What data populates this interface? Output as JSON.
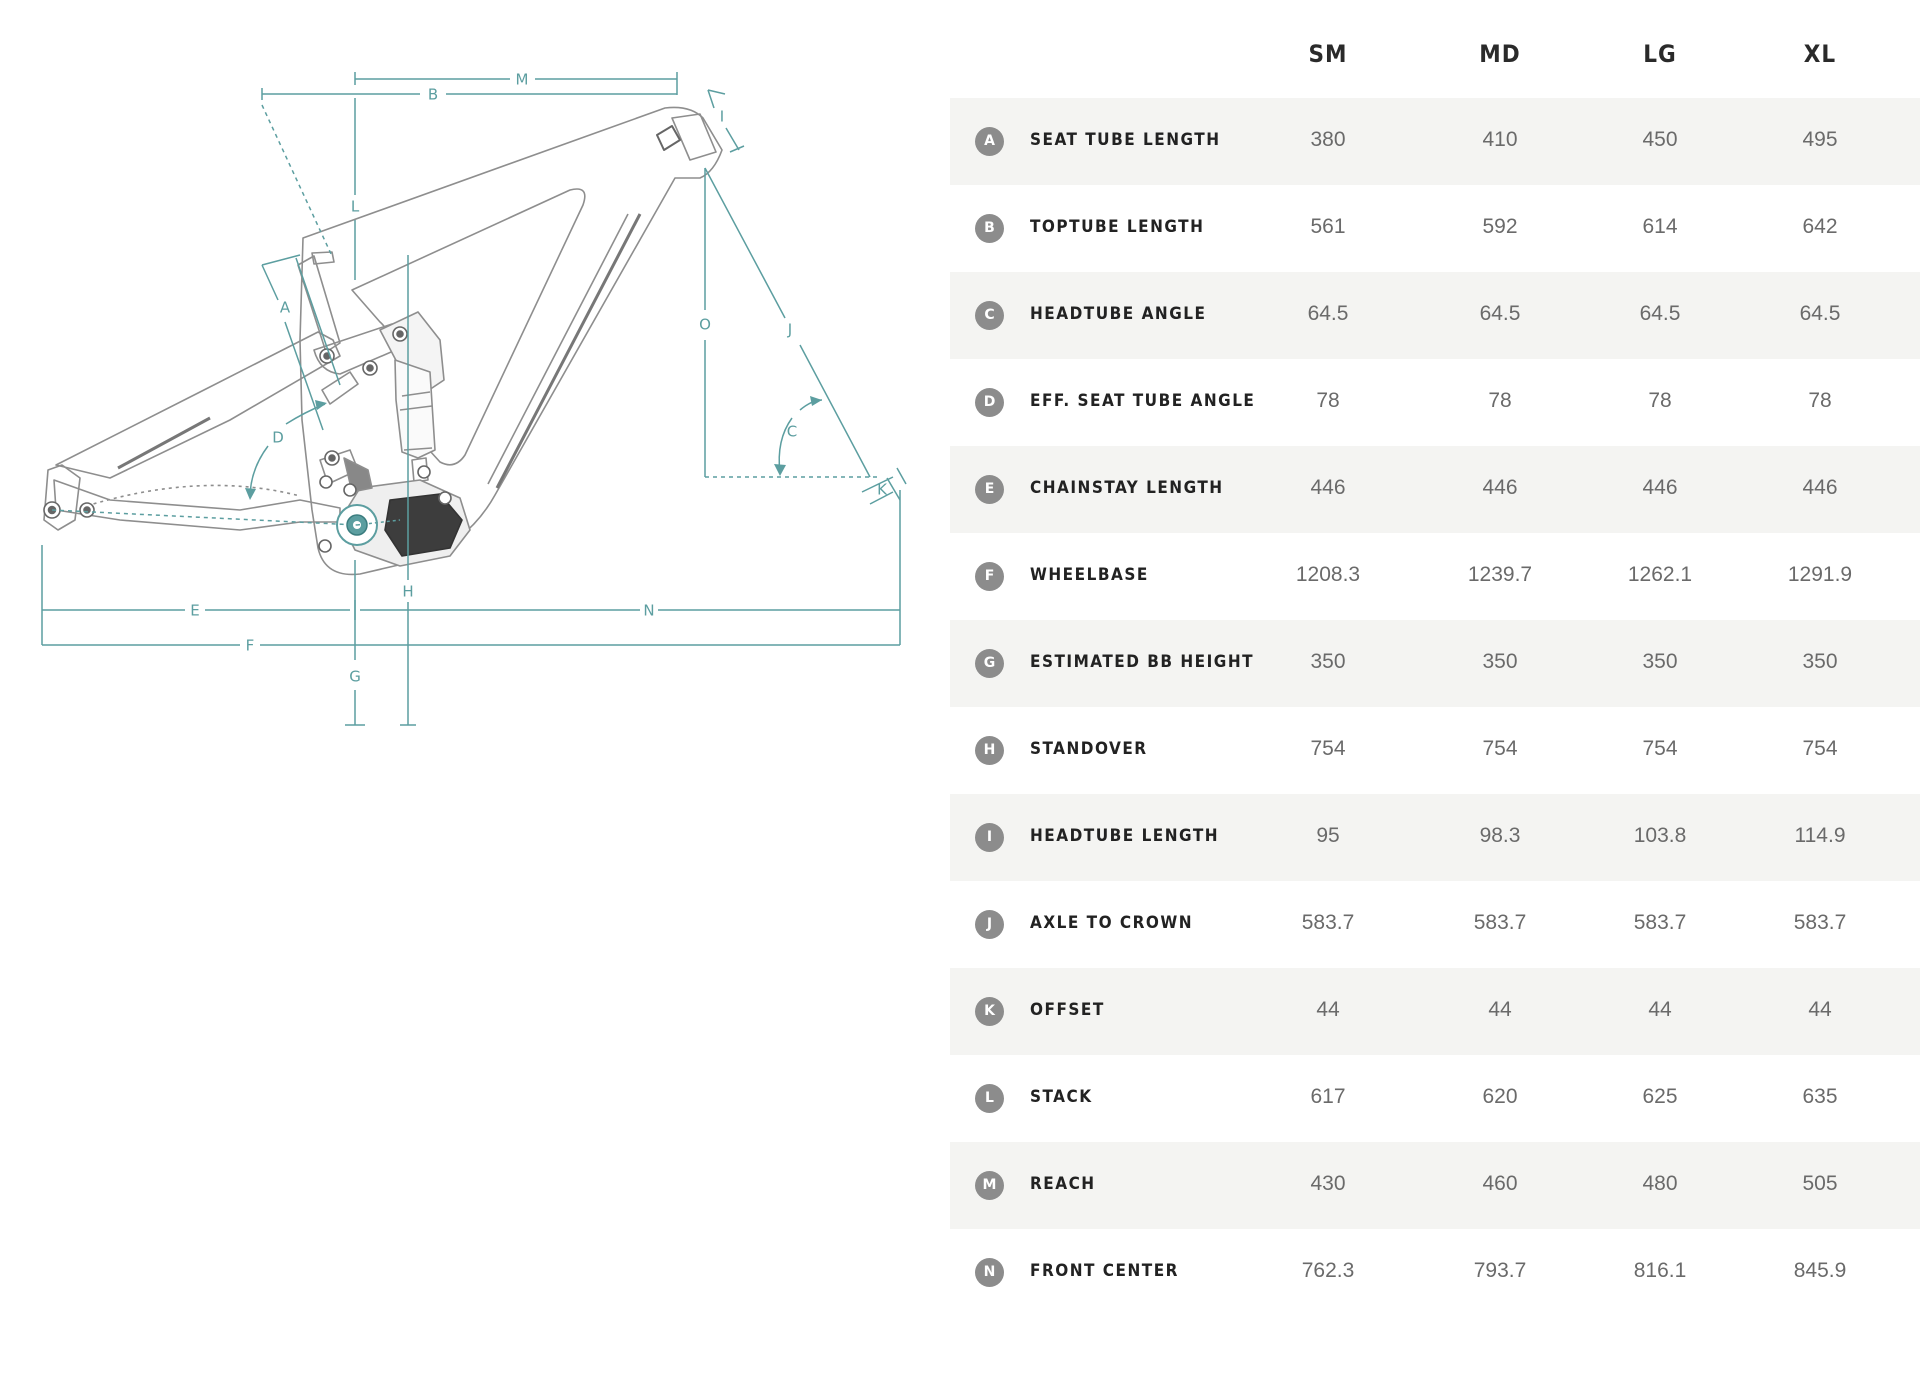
{
  "diagram": {
    "dimension_letters": [
      "A",
      "B",
      "C",
      "D",
      "E",
      "F",
      "G",
      "H",
      "I",
      "J",
      "K",
      "L",
      "M",
      "N",
      "O"
    ]
  },
  "table": {
    "sizes": [
      "SM",
      "MD",
      "LG",
      "XL"
    ],
    "rows": [
      {
        "letter": "A",
        "label": "SEAT TUBE LENGTH",
        "values": [
          "380",
          "410",
          "450",
          "495"
        ]
      },
      {
        "letter": "B",
        "label": "TOPTUBE LENGTH",
        "values": [
          "561",
          "592",
          "614",
          "642"
        ]
      },
      {
        "letter": "C",
        "label": "HEADTUBE ANGLE",
        "values": [
          "64.5",
          "64.5",
          "64.5",
          "64.5"
        ]
      },
      {
        "letter": "D",
        "label": "EFF. SEAT TUBE ANGLE",
        "values": [
          "78",
          "78",
          "78",
          "78"
        ]
      },
      {
        "letter": "E",
        "label": "CHAINSTAY LENGTH",
        "values": [
          "446",
          "446",
          "446",
          "446"
        ]
      },
      {
        "letter": "F",
        "label": "WHEELBASE",
        "values": [
          "1208.3",
          "1239.7",
          "1262.1",
          "1291.9"
        ]
      },
      {
        "letter": "G",
        "label": "ESTIMATED BB HEIGHT",
        "values": [
          "350",
          "350",
          "350",
          "350"
        ]
      },
      {
        "letter": "H",
        "label": "STANDOVER",
        "values": [
          "754",
          "754",
          "754",
          "754"
        ]
      },
      {
        "letter": "I",
        "label": "HEADTUBE LENGTH",
        "values": [
          "95",
          "98.3",
          "103.8",
          "114.9"
        ]
      },
      {
        "letter": "J",
        "label": "AXLE TO CROWN",
        "values": [
          "583.7",
          "583.7",
          "583.7",
          "583.7"
        ]
      },
      {
        "letter": "K",
        "label": "OFFSET",
        "values": [
          "44",
          "44",
          "44",
          "44"
        ]
      },
      {
        "letter": "L",
        "label": "STACK",
        "values": [
          "617",
          "620",
          "625",
          "635"
        ]
      },
      {
        "letter": "M",
        "label": "REACH",
        "values": [
          "430",
          "460",
          "480",
          "505"
        ]
      },
      {
        "letter": "N",
        "label": "FRONT CENTER",
        "values": [
          "762.3",
          "793.7",
          "816.1",
          "845.9"
        ]
      }
    ]
  }
}
